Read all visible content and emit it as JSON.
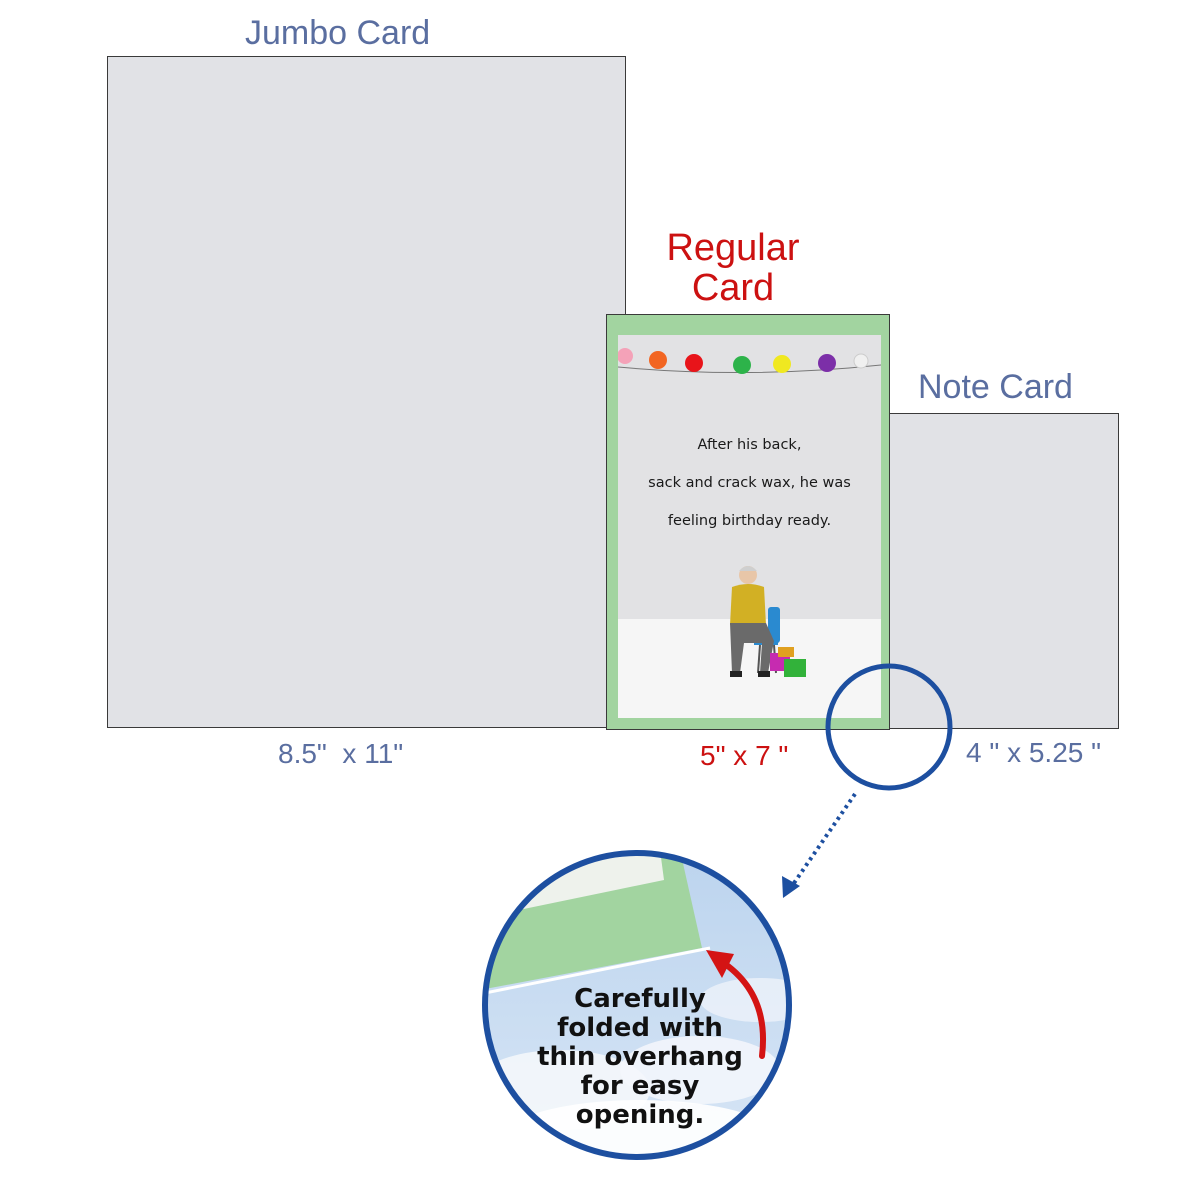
{
  "jumbo": {
    "title": "Jumbo Card",
    "size": "8.5\"  x 11\""
  },
  "regular": {
    "title_line1": "Regular",
    "title_line2": "Card",
    "size": "5\" x 7 \"",
    "card_text": [
      "After his back,",
      "sack and crack wax, he was",
      "feeling birthday ready."
    ]
  },
  "note": {
    "title": "Note Card",
    "size": "4 \" x 5.25 \""
  },
  "callout": {
    "lines": [
      "Carefully",
      "folded with",
      "thin overhang",
      "for easy",
      "opening."
    ]
  },
  "colors": {
    "card_gray": "#e1e2e6",
    "card_green": "#a2d4a0",
    "label_blue": "#5a6ea0",
    "label_red": "#cc1111",
    "circle_blue": "#1d4fa0",
    "arrow_red": "#d41414"
  }
}
